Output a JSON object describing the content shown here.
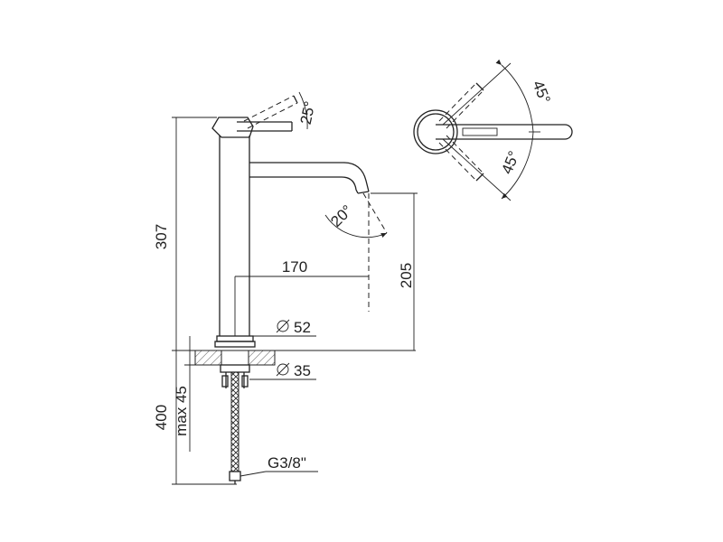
{
  "dimensions": {
    "total_height": "307",
    "spout_reach": "170",
    "spout_height": "205",
    "body_diameter": "52",
    "hole_diameter": "35",
    "hose_length": "400",
    "max_deck_thickness": "max 45",
    "connection_thread": "G3/8\"",
    "handle_tilt_angle": "25°",
    "spout_outlet_angle": "20°",
    "handle_rotation_up": "45°",
    "handle_rotation_down": "45°"
  },
  "colors": {
    "line": "#222222",
    "background": "#ffffff"
  }
}
